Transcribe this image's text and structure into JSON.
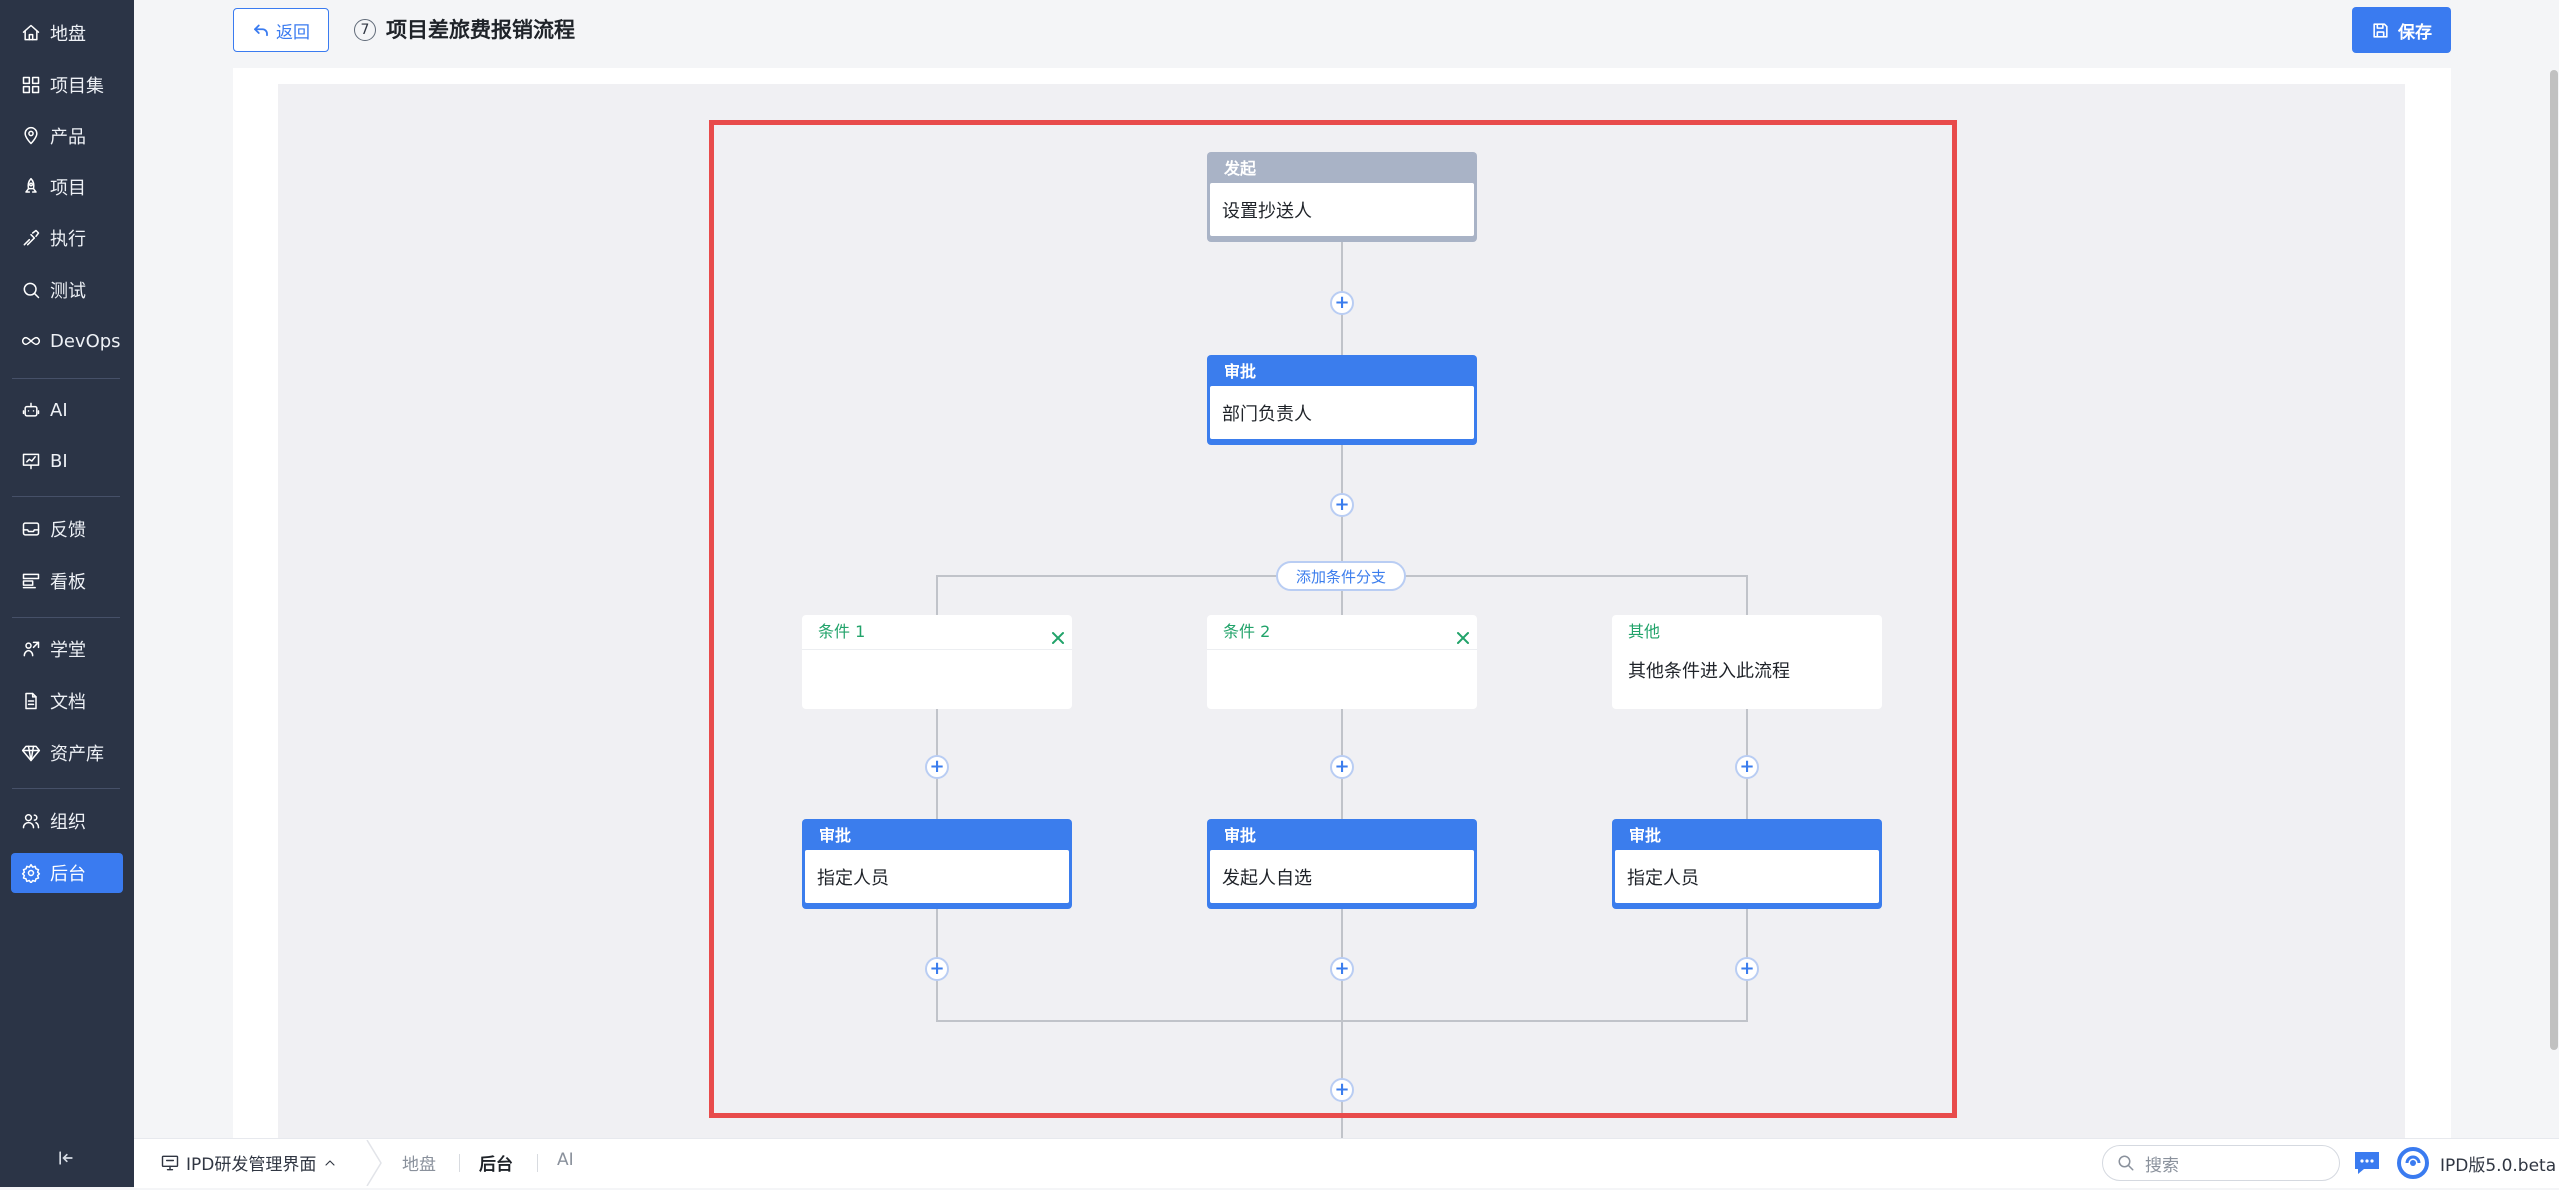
{
  "sidebar": {
    "items": [
      {
        "label": "地盘",
        "icon": "home-icon"
      },
      {
        "label": "项目集",
        "icon": "grid-icon"
      },
      {
        "label": "产品",
        "icon": "location-pin-icon"
      },
      {
        "label": "项目",
        "icon": "rocket-icon"
      },
      {
        "label": "执行",
        "icon": "run-icon"
      },
      {
        "label": "测试",
        "icon": "magnifier-icon"
      },
      {
        "label": "DevOps",
        "icon": "infinity-icon"
      },
      {
        "label": "AI",
        "icon": "robot-icon"
      },
      {
        "label": "BI",
        "icon": "chart-board-icon"
      },
      {
        "label": "反馈",
        "icon": "inbox-icon"
      },
      {
        "label": "看板",
        "icon": "kanban-icon"
      },
      {
        "label": "学堂",
        "icon": "school-icon"
      },
      {
        "label": "文档",
        "icon": "document-icon"
      },
      {
        "label": "资产库",
        "icon": "diamond-icon"
      },
      {
        "label": "组织",
        "icon": "users-icon"
      },
      {
        "label": "后台",
        "icon": "gear-icon"
      }
    ],
    "active": "后台"
  },
  "header": {
    "back_label": "返回",
    "index": "7",
    "title": "项目差旅费报销流程",
    "save_label": "保存"
  },
  "flow": {
    "start": {
      "type": "发起",
      "text": "设置抄送人"
    },
    "approval": {
      "type": "审批",
      "text": "部门负责人"
    },
    "add_branch_label": "添加条件分支",
    "branches": [
      {
        "condition": "条件 1",
        "condition_text": "",
        "closable": true,
        "approval_type": "审批",
        "approval_text": "指定人员"
      },
      {
        "condition": "条件 2",
        "condition_text": "",
        "closable": true,
        "approval_type": "审批",
        "approval_text": "发起人自选"
      },
      {
        "condition": "其他",
        "condition_text": "其他条件进入此流程",
        "closable": false,
        "approval_type": "审批",
        "approval_text": "指定人员"
      }
    ],
    "plus_symbol": "+"
  },
  "bottombar": {
    "workspace_label": "IPD研发管理界面",
    "crumbs": [
      "地盘",
      "后台",
      "AI"
    ],
    "active_crumb": "后台",
    "search_placeholder": "搜索",
    "version": "IPD版5.0.beta"
  },
  "colors": {
    "accent": "#3a7bf0",
    "sidebar_bg": "#2b3446",
    "highlight_border": "#e84b4b",
    "condition_text": "#21a36a"
  }
}
